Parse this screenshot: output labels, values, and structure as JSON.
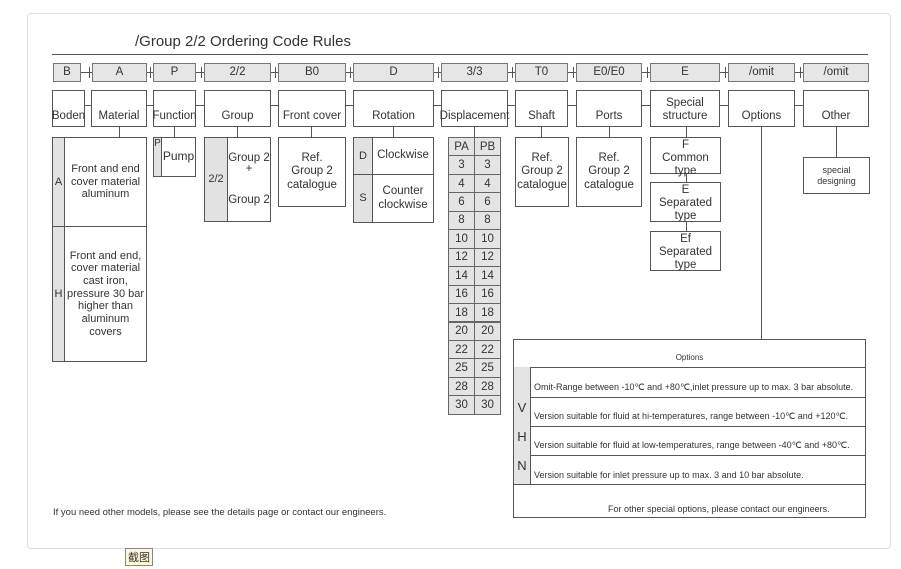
{
  "title": "/Group 2/2 Ordering Code Rules",
  "codes": [
    "B",
    "A",
    "P",
    "2/2",
    "B0",
    "D",
    "3/3",
    "T0",
    "E0/E0",
    "E",
    "/omit",
    "/omit"
  ],
  "labels": [
    "Boden",
    "Material",
    "Function",
    "Group",
    "Front cover",
    "Rotation",
    "Displacement",
    "Shaft",
    "Ports",
    "Special structure",
    "Options",
    "Other"
  ],
  "material": {
    "a_key": "A",
    "a_text": "Front and end cover material aluminum",
    "h_key": "H",
    "h_text": "Front and end, cover material cast iron, pressure 30 bar higher than aluminum covers"
  },
  "function": {
    "key": "P",
    "text": "Pump"
  },
  "group": {
    "key": "2/2",
    "line1": "Group 2",
    "plus": "+",
    "line2": "Group 2"
  },
  "front_cover": {
    "text": "Ref. Group 2 catalogue"
  },
  "rotation": {
    "d_key": "D",
    "d_text": "Clockwise",
    "s_key": "S",
    "s_text": "Counter clockwise"
  },
  "displacement": {
    "headers": [
      "PA",
      "PB"
    ],
    "rows": [
      "3",
      "4",
      "6",
      "8",
      "10",
      "12",
      "14",
      "16",
      "18",
      "20",
      "22",
      "25",
      "28",
      "30"
    ]
  },
  "shaft": {
    "text": "Ref. Group 2 catalogue"
  },
  "ports": {
    "text": "Ref. Group 2 catalogue"
  },
  "special": [
    {
      "code": "F",
      "text": "Common type"
    },
    {
      "code": "E",
      "text": "Separated type"
    },
    {
      "code": "Ef",
      "text": "Separated type"
    }
  ],
  "other": {
    "text": "special designing"
  },
  "options": {
    "header": "Options",
    "rows": [
      {
        "key": "",
        "text": "Omit-Range between -10℃ and +80℃,inlet pressure up to max. 3 bar absolute."
      },
      {
        "key": "V",
        "text": "Version suitable for fluid at hi-temperatures, range between -10℃ and +120℃."
      },
      {
        "key": "H",
        "text": "Version suitable for fluid at low-temperatures, range between -40℃ and +80℃."
      },
      {
        "key": "N",
        "text": "Version suitable for inlet pressure up to max. 3 and 10 bar absolute."
      }
    ],
    "footer": "For other special options, please contact our engineers."
  },
  "note": "If you need other models, please see the details page or contact our engineers.",
  "screenshot_button": "截图"
}
